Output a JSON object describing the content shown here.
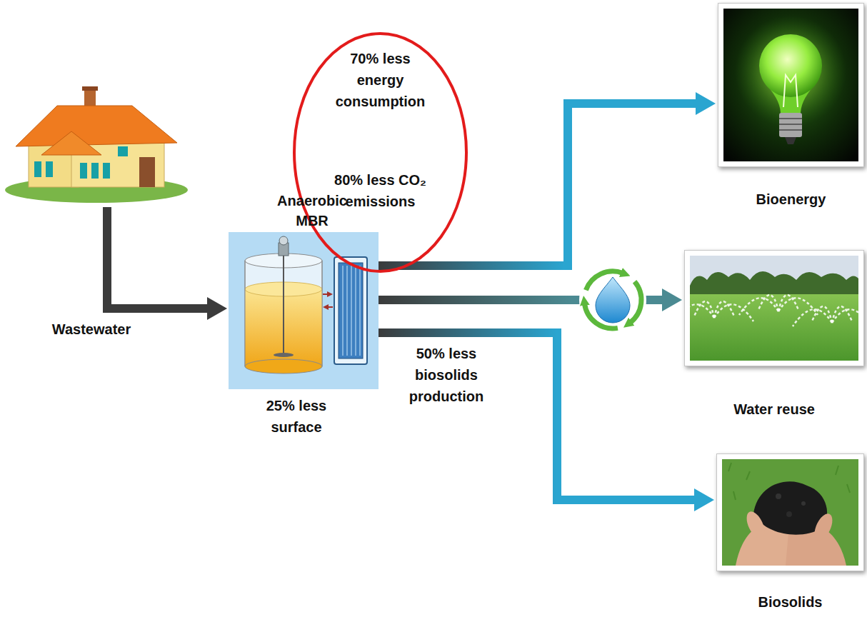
{
  "diagram": {
    "nodes": [
      {
        "text": [
          "70% less energy consumption",
          "80% less CO₂ emissions"
        ]
      },
      {
        "text": [
          "Anaerobic MBR",
          "25% less surface"
        ]
      },
      {
        "text": [
          "Bioenergy"
        ]
      },
      {
        "text": [
          "Water reuse"
        ]
      },
      {
        "text": [
          "Biosolids"
        ]
      }
    ],
    "edges": [
      {
        "from": 1,
        "to": 2,
        "arrow": "to"
      },
      {
        "from": 1,
        "to": 3,
        "arrow": "to"
      },
      {
        "from": 1,
        "to": 4,
        "label": "50% less biosolids production",
        "arrow": "to"
      }
    ],
    "labels": [
      "Wastewater"
    ]
  }
}
